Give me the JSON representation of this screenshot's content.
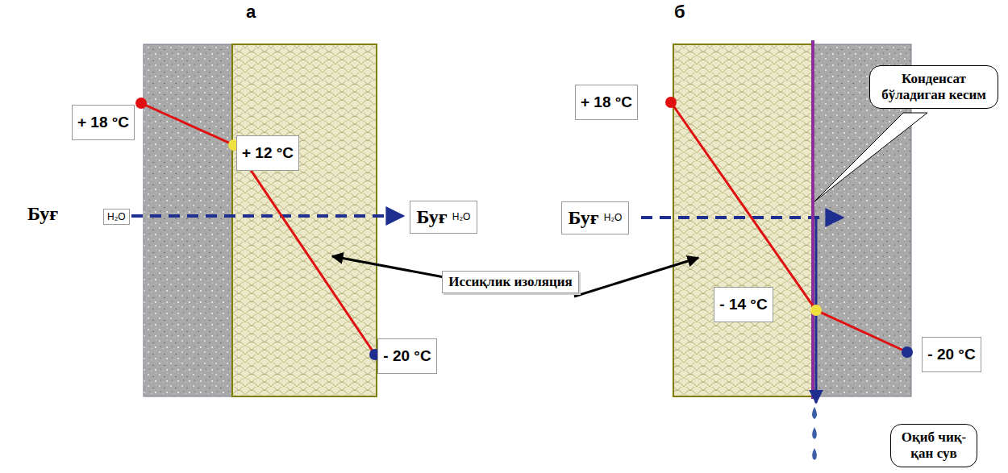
{
  "diagram": {
    "nodes": [
      {
        "text": [
          "+ 18 °C"
        ]
      },
      {
        "text": [
          "+ 12 °C"
        ]
      },
      {
        "text": [
          "Буғ",
          "H₂O"
        ]
      },
      {
        "text": [
          "Иссиқлик изоляция"
        ]
      },
      {
        "text": [
          "- 20 °C"
        ]
      },
      {
        "text": [
          "+ 18 °C"
        ]
      },
      {
        "text": [
          "Буғ",
          "H₂O"
        ]
      },
      {
        "text": [
          "Конденсат бўладиган кесим"
        ]
      },
      {
        "text": [
          "- 14 °C"
        ]
      },
      {
        "text": [
          "- 20 °C"
        ]
      },
      {
        "text": [
          "Оқиб чиқ- қан сув"
        ]
      }
    ],
    "labels": [
      "а",
      "б",
      "Буғ",
      "H₂O"
    ]
  }
}
